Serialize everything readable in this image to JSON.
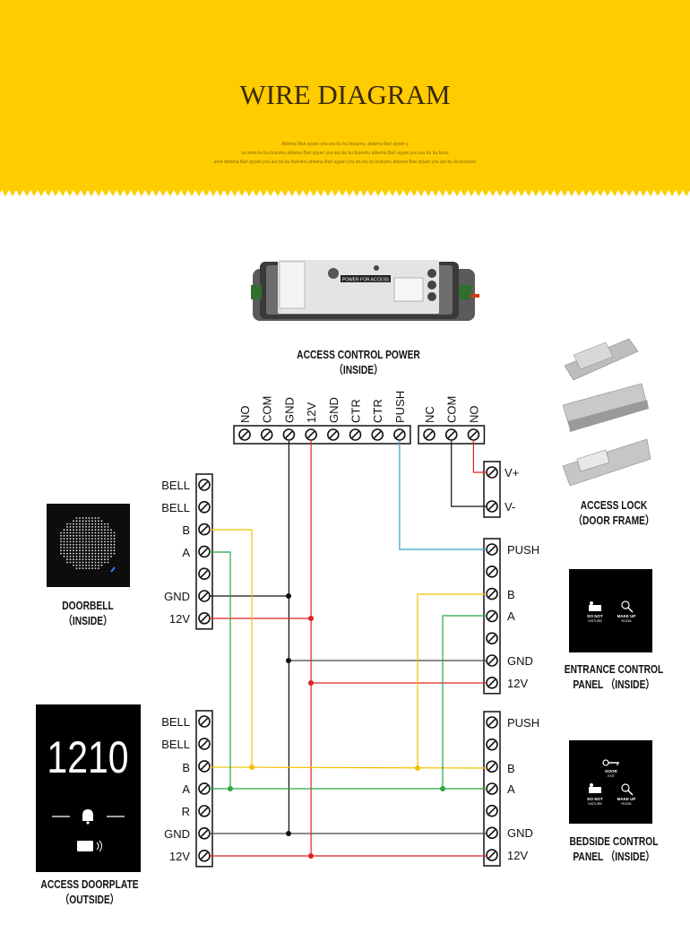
{
  "banner": {
    "title": "WIRE DIAGRAM",
    "subtitle_lines": [
      "Ablenia Bari ayyan you aru bu bu buxumu. ablarna Bari ayyan y",
      "vu ama bu bu buxumu ablarna Bari ayyan you aru bu bu buxumu ablarna Bari ayyan you aru bu bu buxu",
      "ame ablarna Bari ayyan you aru bu bu buxumu ablarna Bari ayyan you aru bu bu buxumu ablarna Bari ayyan you aru bu bu buxumu"
    ],
    "color": "#FFCC00"
  },
  "devices": {
    "power_unit": {
      "line1": "ACCESS CONTROL POWER",
      "line2": "（INSIDE）",
      "label_text": "POWER FOR ACCESS"
    },
    "access_lock": {
      "line1": "ACCESS LOCK",
      "line2": "（DOOR FRAME）"
    },
    "doorbell": {
      "line1": "DOORBELL",
      "line2": "（INSIDE）"
    },
    "entrance_panel": {
      "line1": "ENTRANCE  CONTROL",
      "line2": "PANEL  （INSIDE）",
      "text_dnd": "DO NOT",
      "text_dnd2": "DISTURB",
      "text_mur": "MAKE UP",
      "text_mur2": "ROOM"
    },
    "bedside_panel": {
      "line1": "BEDSIDE  CONTROL",
      "line2": "PANEL  （INSIDE）",
      "text_door": "DOOR",
      "text_exit": "EXIT",
      "text_dnd": "DO NOT",
      "text_dnd2": "DISTURB",
      "text_mur": "MAKE UP",
      "text_mur2": "ROOM"
    },
    "doorplate": {
      "line1": "ACCESS DOORPLATE",
      "line2": "（OUTSIDE）",
      "room_number": "1210"
    }
  },
  "terminals": {
    "power_top_left": [
      "NO",
      "COM",
      "GND",
      "12V",
      "GND",
      "CTR",
      "CTR",
      "PUSH"
    ],
    "power_top_right": [
      "NC",
      "COM",
      "NO"
    ],
    "lock": [
      "V+",
      "V-"
    ],
    "doorbell": [
      "BELL",
      "BELL",
      "B",
      "A",
      "",
      "GND",
      "12V"
    ],
    "entrance_panel": [
      "PUSH",
      "",
      "B",
      "A",
      "",
      "GND",
      "12V"
    ],
    "doorplate": [
      "BELL",
      "BELL",
      "B",
      "A",
      "R",
      "GND",
      "12V"
    ],
    "bedside_panel": [
      "PUSH",
      "",
      "B",
      "A",
      "",
      "GND",
      "12V"
    ]
  },
  "wire_colors": {
    "black": "#111111",
    "red": "#e02020",
    "yellow": "#f3c000",
    "green": "#2aa640",
    "teal": "#2aa3c4",
    "gray": "#444444"
  }
}
